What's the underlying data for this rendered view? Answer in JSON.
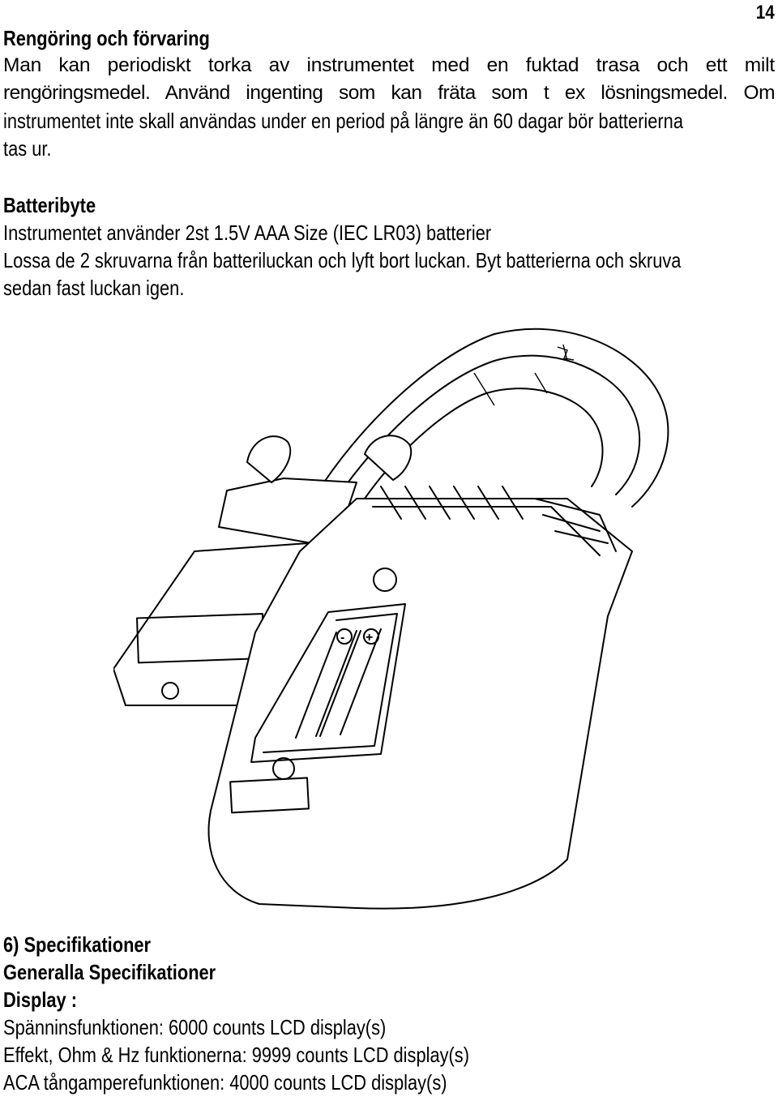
{
  "page_number": "14",
  "cleaning": {
    "heading": "Rengöring och förvaring",
    "lines": [
      "Man kan periodiskt torka av instrumentet med en fuktad trasa och ett milt",
      "rengöringsmedel. Använd ingenting som kan fräta som t ex lösningsmedel. Om",
      "instrumentet inte skall användas under en period på längre än 60 dagar bör batterierna",
      "tas ur."
    ]
  },
  "battery": {
    "heading": "Batteribyte",
    "line1": "Instrumentet använder 2st 1.5V AAA Size (IEC LR03) batterier",
    "line2": "Lossa de 2 skruvarna från batteriluckan och lyft bort luckan. Byt batterierna och skruva",
    "line3": "sedan fast luckan igen."
  },
  "figure": {
    "description_icon": "clamp-meter-battery-compartment-drawing",
    "minus_symbol": "-",
    "plus_symbol": "+"
  },
  "specs": {
    "section_heading": "6) Specifikationer",
    "subheading": "Generalla Specifikationer",
    "display_label": "Display :",
    "lines": [
      "Spänninsfunktionen: 6000 counts LCD display(s)",
      "Effekt, Ohm & Hz funktionerna: 9999 counts LCD display(s)",
      "ACA tångamperefunktionen: 4000 counts LCD display(s)"
    ]
  }
}
